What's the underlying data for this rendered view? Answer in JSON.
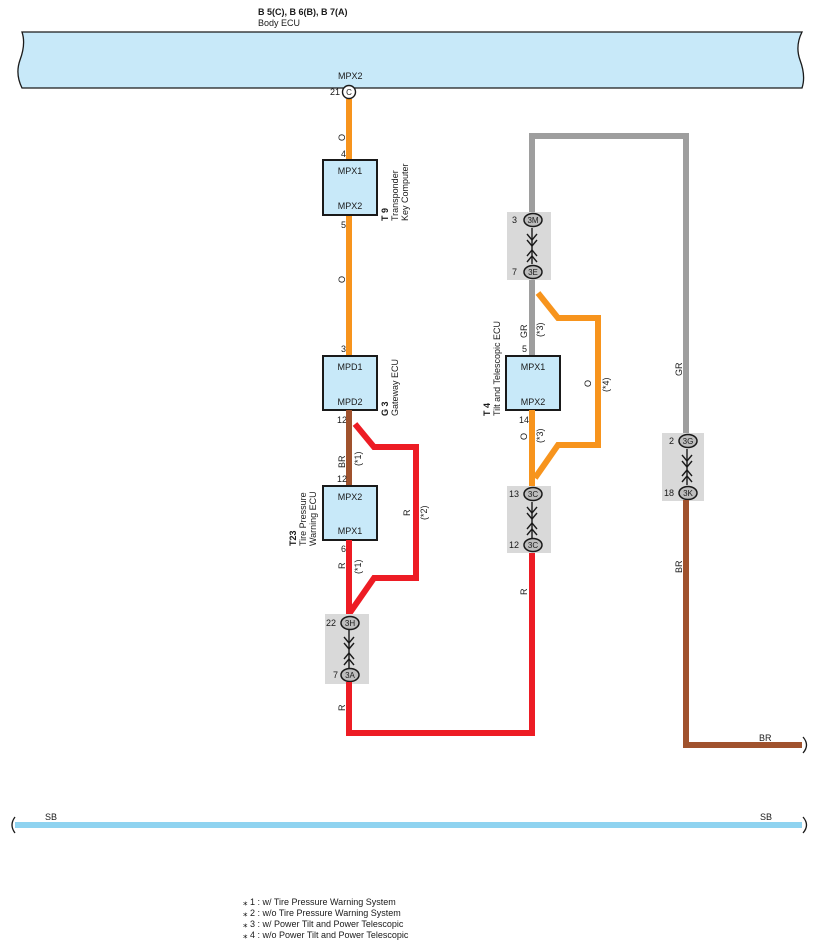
{
  "colors": {
    "orange": "#f7941d",
    "red": "#ed1c24",
    "gray": "#9e9e9e",
    "brown": "#a0522d",
    "sky": "#8fd3f0",
    "ecu_fill": "#c8e9f9",
    "connector_box": "#d9d9d9"
  },
  "header": {
    "connectors": "B 5(C), B 6(B), B 7(A)",
    "name": "Body ECU"
  },
  "body_pin": {
    "signal": "MPX2",
    "pin": "21",
    "connector": "C"
  },
  "t9": {
    "code": "T 9",
    "name1": "Transponder",
    "name2": "Key Computer",
    "in_signal": "MPX1",
    "out_signal": "MPX2",
    "pin_top": "4",
    "pin_bottom": "5"
  },
  "g3": {
    "code": "G 3",
    "name": "Gateway ECU",
    "in_signal": "MPD1",
    "out_signal": "MPD2",
    "pin_top": "3",
    "pin_bottom": "12"
  },
  "t23": {
    "code": "T23",
    "name1": "Tire Pressure",
    "name2": "Warning ECU",
    "in_signal": "MPX2",
    "out_signal": "MPX1",
    "pin_top": "12",
    "pin_bottom": "6"
  },
  "t4": {
    "code": "T 4",
    "name": "Tilt and Telescopic ECU",
    "in_signal": "MPX1",
    "out_signal": "MPX2",
    "pin_top": "5",
    "pin_bottom": "14"
  },
  "wire_colors": {
    "o": "O",
    "br": "BR",
    "r": "R",
    "gr": "GR"
  },
  "notes_marks": {
    "n1": "(*1)",
    "n2": "(*2)",
    "n3": "(*3)",
    "n4": "(*4)"
  },
  "junctions": {
    "j3h": {
      "id": "3H",
      "pin": "22"
    },
    "j3a": {
      "id": "3A",
      "pin": "7"
    },
    "j3m": {
      "id": "3M",
      "pin": "3"
    },
    "j3e": {
      "id": "3E",
      "pin": "7"
    },
    "j3c_top": {
      "id": "3C",
      "pin": "13"
    },
    "j3c_bottom": {
      "id": "3C",
      "pin": "12"
    },
    "j3g": {
      "id": "3G",
      "pin": "2"
    },
    "j3k": {
      "id": "3K",
      "pin": "18"
    }
  },
  "ground": {
    "left": "SB",
    "right": "SB"
  },
  "br_end": "BR",
  "notes": [
    "⁎ 1 : w/ Tire Pressure Warning System",
    "⁎ 2 : w/o Tire Pressure Warning System",
    "⁎ 3 : w/ Power Tilt and Power Telescopic",
    "⁎ 4 : w/o Power Tilt and Power Telescopic"
  ]
}
